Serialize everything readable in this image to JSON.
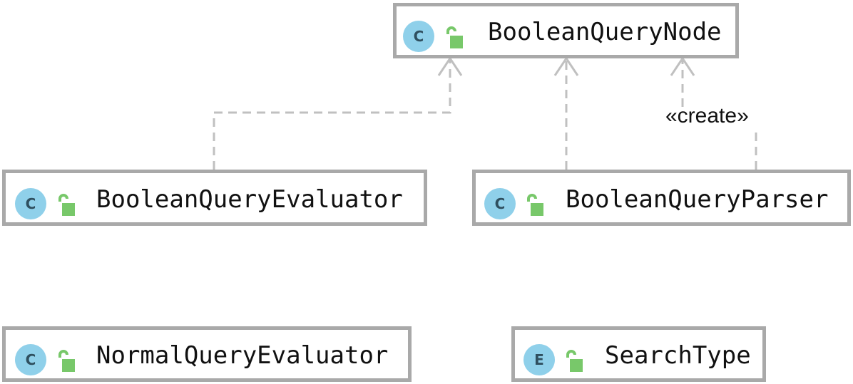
{
  "diagram": {
    "nodes": [
      {
        "id": "boolean-query-node",
        "kind_letter": "C",
        "name": "BooleanQueryNode"
      },
      {
        "id": "boolean-query-evaluator",
        "kind_letter": "C",
        "name": "BooleanQueryEvaluator"
      },
      {
        "id": "boolean-query-parser",
        "kind_letter": "C",
        "name": "BooleanQueryParser"
      },
      {
        "id": "normal-query-evaluator",
        "kind_letter": "C",
        "name": "NormalQueryEvaluator"
      },
      {
        "id": "search-type",
        "kind_letter": "E",
        "name": "SearchType"
      }
    ],
    "edges": [
      {
        "from": "boolean-query-evaluator",
        "to": "boolean-query-node",
        "label": ""
      },
      {
        "from": "boolean-query-parser",
        "to": "boolean-query-node",
        "label": ""
      },
      {
        "from": "boolean-query-parser",
        "to": "boolean-query-node",
        "label": "«create»"
      }
    ]
  },
  "colors": {
    "border": "#a9a9a9",
    "badge": "#8fd0ea",
    "lock": "#78c86a",
    "edge": "#c0c0c0"
  }
}
